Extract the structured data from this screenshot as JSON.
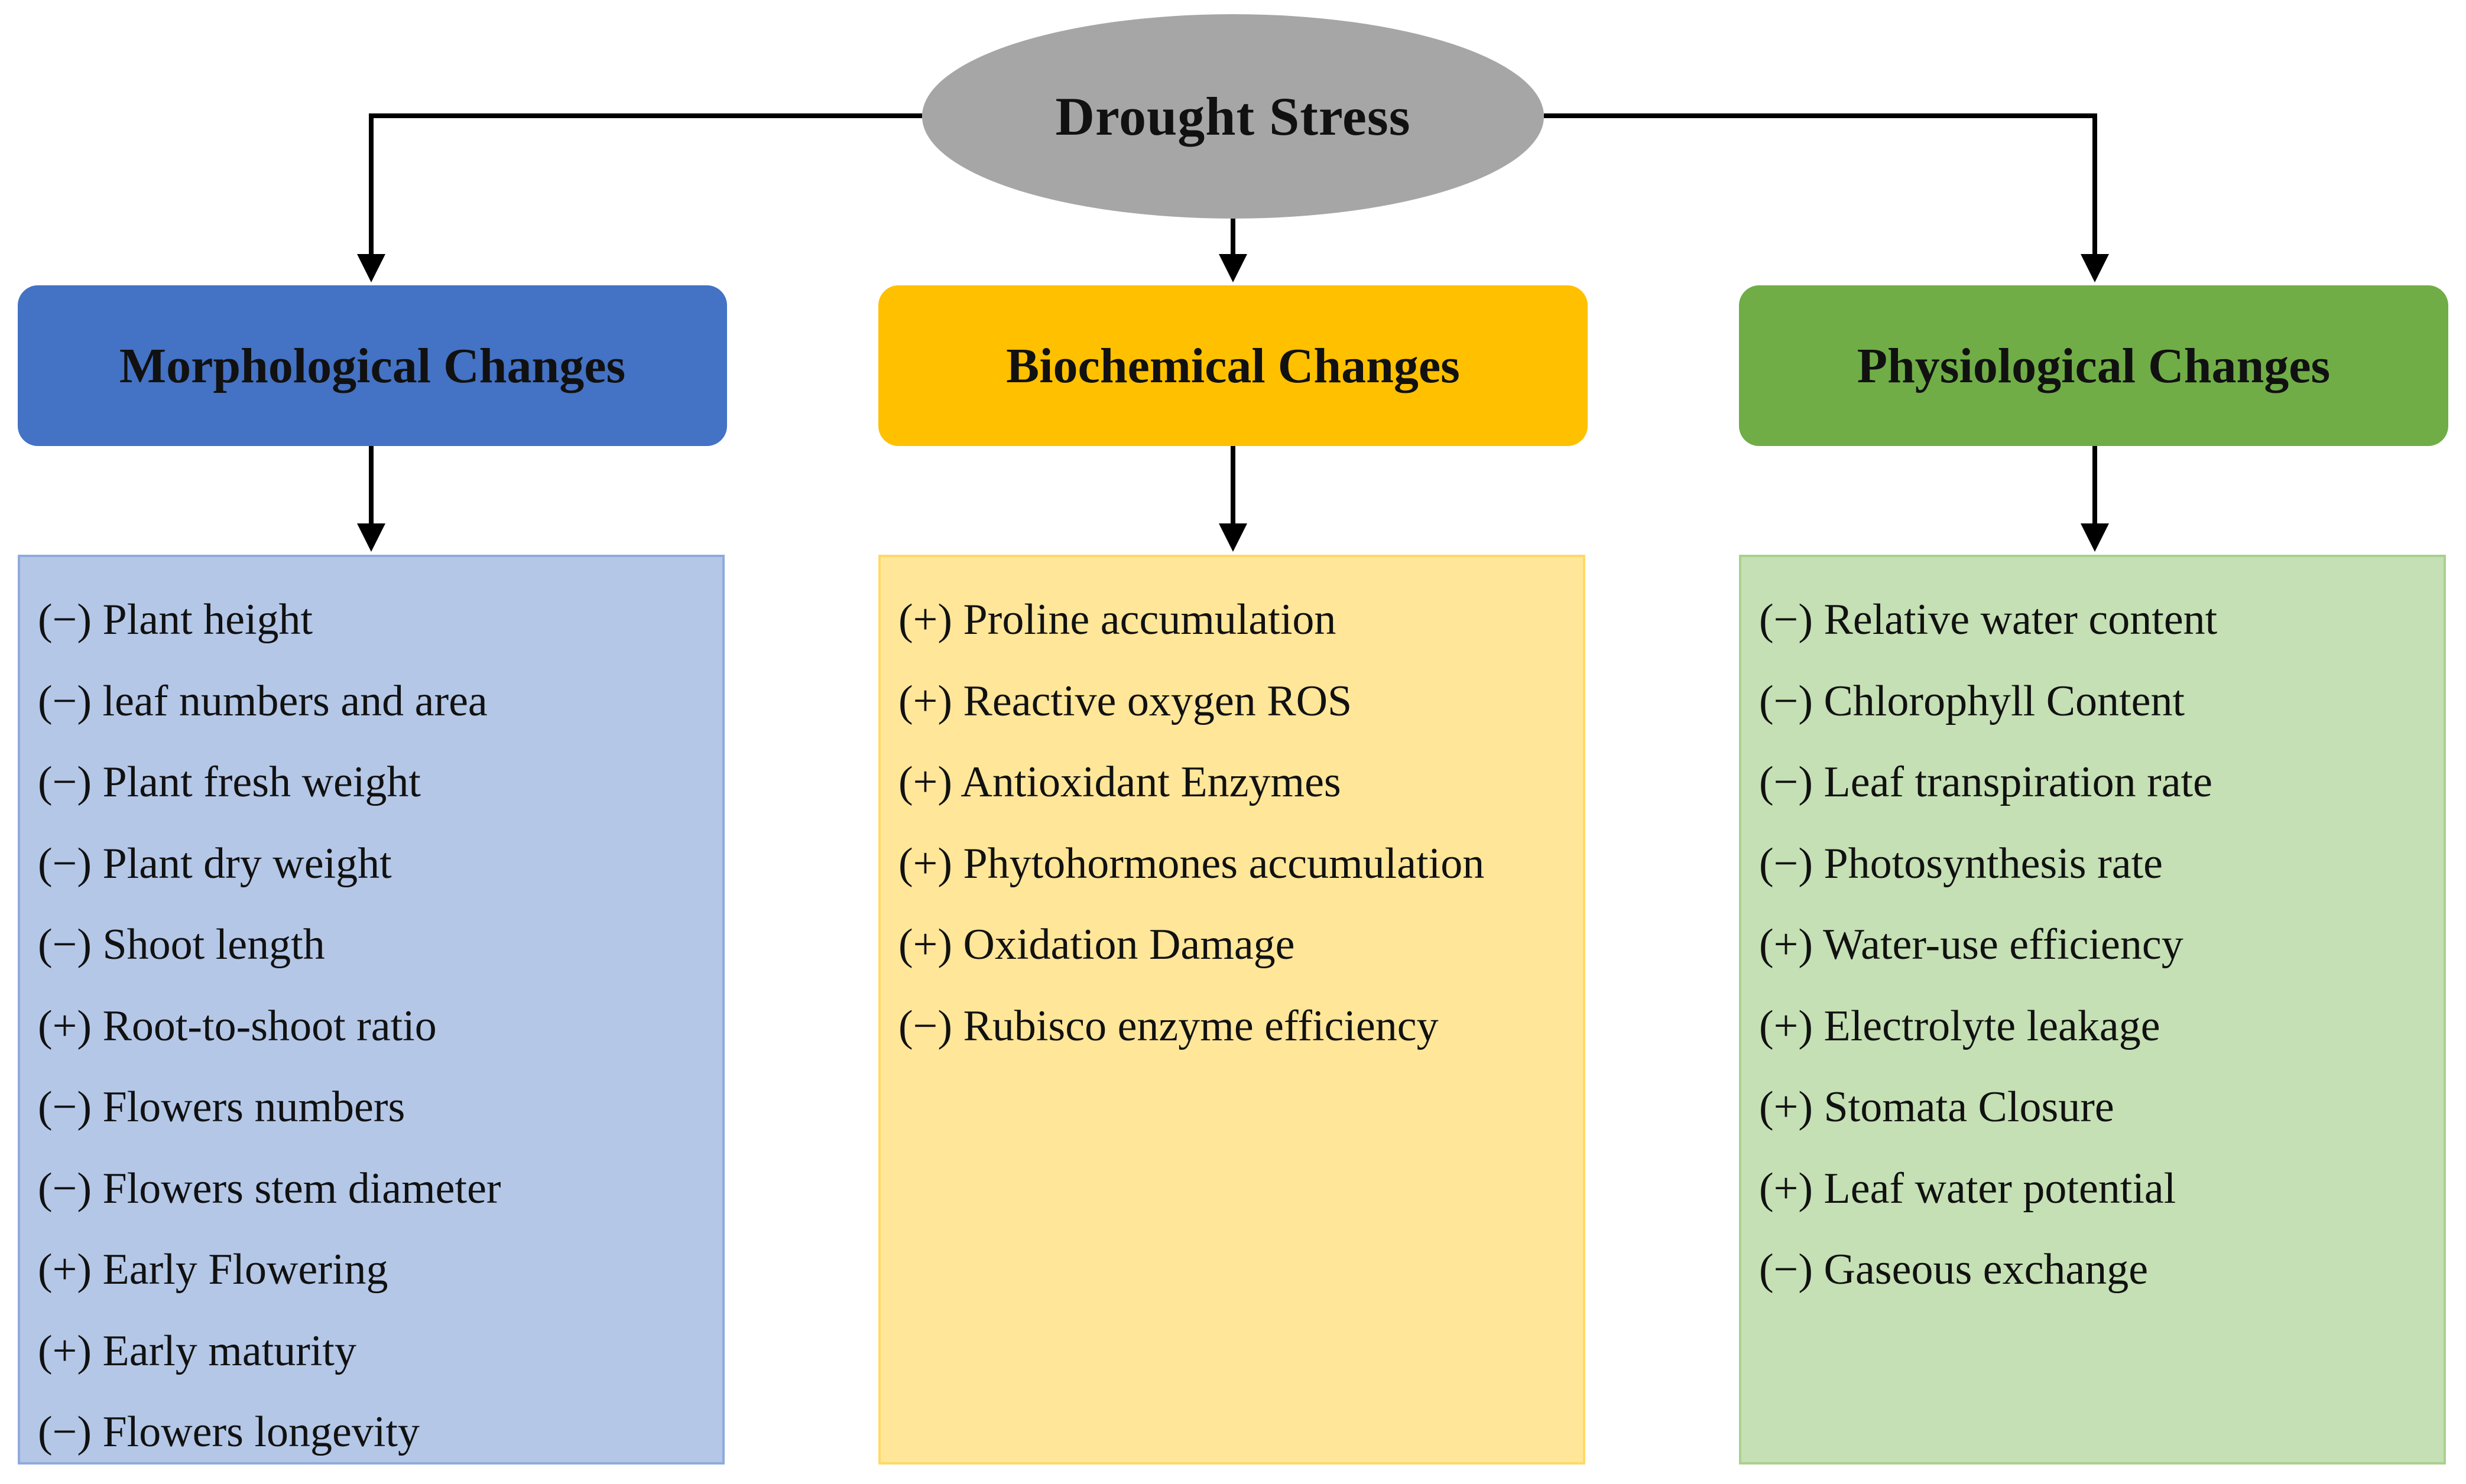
{
  "diagram": {
    "root": {
      "label": "Drought Stress",
      "color": "#a6a6a6"
    },
    "categories": [
      {
        "id": "morphological",
        "title": "Morphological Changes",
        "header_color": "#4472c4",
        "panel_color": "#b4c7e7",
        "panel_border": "#8faadc",
        "items": [
          "(−) Plant height",
          "(−) leaf numbers and area",
          "(−) Plant fresh weight",
          "(−) Plant dry weight",
          "(−) Shoot length",
          "(+) Root-to-shoot ratio",
          "(−) Flowers numbers",
          "(−) Flowers stem diameter",
          "(+) Early Flowering",
          "(+) Early maturity",
          "(−) Flowers longevity"
        ]
      },
      {
        "id": "biochemical",
        "title": "Biochemical Changes",
        "header_color": "#ffc000",
        "panel_color": "#ffe699",
        "panel_border": "#ffd966",
        "items": [
          "(+) Proline accumulation",
          "(+) Reactive oxygen ROS",
          "(+) Antioxidant Enzymes",
          "(+) Phytohormones accumulation",
          "(+) Oxidation Damage",
          "(−) Rubisco enzyme efficiency"
        ]
      },
      {
        "id": "physiological",
        "title": "Physiological Changes",
        "header_color": "#70ad47",
        "panel_color": "#c5e0b4",
        "panel_border": "#a9d18e",
        "items": [
          "(−) Relative water content",
          "(−) Chlorophyll Content",
          "(−) Leaf transpiration rate",
          "(−) Photosynthesis rate",
          "(+) Water-use efficiency",
          "(+) Electrolyte leakage",
          "(+) Stomata Closure",
          "(+) Leaf water potential",
          "(−) Gaseous exchange"
        ]
      }
    ],
    "connector_color": "#000000"
  }
}
